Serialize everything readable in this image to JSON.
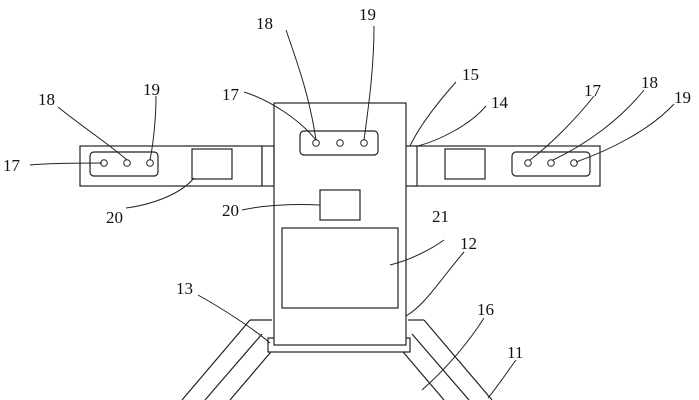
{
  "labels": {
    "l11": "11",
    "l12": "12",
    "l13": "13",
    "l14": "14",
    "l15": "15",
    "l16": "16",
    "l17_left": "17",
    "l17_center": "17",
    "l17_right": "17",
    "l18_left": "18",
    "l18_center": "18",
    "l18_right": "18",
    "l19_left": "19",
    "l19_center": "19",
    "l19_right": "19",
    "l20_left": "20",
    "l20_center": "20",
    "l21": "21"
  },
  "colors": {
    "line": "#222222",
    "background": "#ffffff"
  }
}
